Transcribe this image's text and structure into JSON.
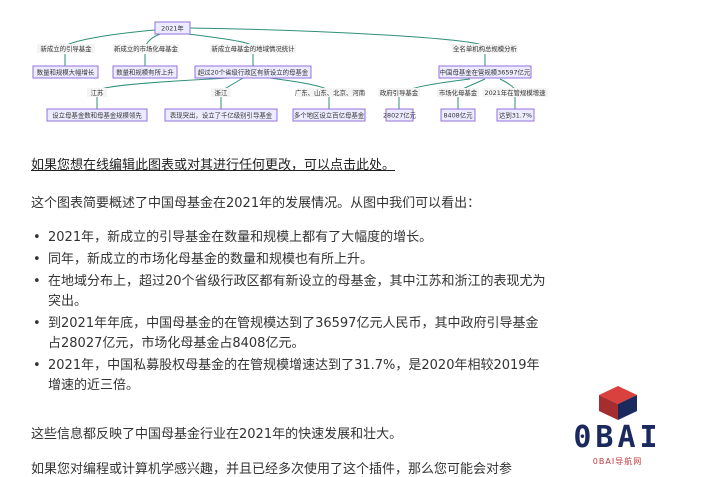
{
  "diagram": {
    "root": "2021年",
    "branches": [
      {
        "label": "新成立的引导基金",
        "child": "数量和规模大幅增长"
      },
      {
        "label": "新成立的市场化母基金",
        "child": "数量和规模有所上升"
      },
      {
        "label": "新成立母基金的地域情况统计",
        "child": "超过20个省级行政区有新设立的母基金"
      },
      {
        "label": "全名单机构总规模分析",
        "child": "中国母基金在管规模36597亿元"
      }
    ],
    "regions": [
      {
        "label": "江苏",
        "child": "设立母基金数和母基金规模领先"
      },
      {
        "label": "浙江",
        "child": "表现突出，设立了千亿级别引导基金"
      },
      {
        "label": "广东、山东、北京、河南",
        "child": "多个地区设立百亿母基金"
      }
    ],
    "scale": [
      {
        "label": "政府引导基金",
        "child": "28027亿元"
      },
      {
        "label": "市场化母基金",
        "child": "8408亿元"
      },
      {
        "label": "2021年在管规模增速",
        "child": "达到31.7%"
      }
    ]
  },
  "text": {
    "link": "如果您想在线编辑此图表或对其进行任何更改，可以点击此处。",
    "intro": "这个图表简要概述了中国母基金在2021年的发展情况。从图中我们可以看出：",
    "bullets": [
      "2021年，新成立的引导基金在数量和规模上都有了大幅度的增长。",
      "同年，新成立的市场化母基金的数量和规模也有所上升。",
      "在地域分布上，超过20个省级行政区都有新设立的母基金，其中江苏和浙江的表现尤为突出。",
      "到2021年年底，中国母基金的在管规模达到了36597亿元人民币，其中政府引导基金占28027亿元，市场化母基金占8408亿元。",
      "2021年，中国私募股权母基金的在管规模增速达到了31.7%，是2020年相较2019年增速的近三倍。"
    ],
    "conclusion": "这些信息都反映了中国母基金行业在2021年的快速发展和壮大。",
    "cut": "如果您对编程或计算机学感兴趣，并且已经多次使用了这个插件，那么您可能会对参"
  },
  "watermark": {
    "brand": "0BAI",
    "sub": "0BAI导航网"
  },
  "colors": {
    "node_fill": "#ecebff",
    "node_border": "#9370db",
    "edge": "#2f8f7a",
    "brand": "#1a2a5e",
    "brand_red": "#c3383e"
  }
}
